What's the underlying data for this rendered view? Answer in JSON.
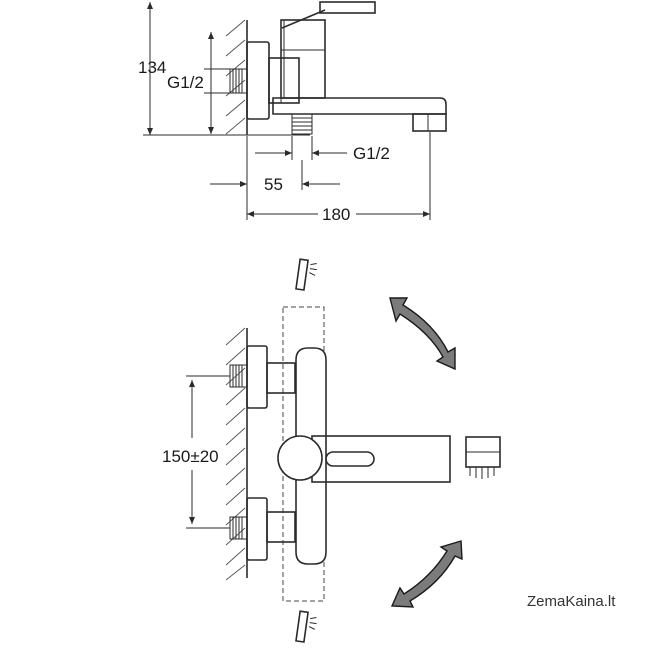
{
  "labels": {
    "height_134": "134",
    "thread_wall": "G1/2",
    "thread_bottom": "G1/2",
    "dim_55": "55",
    "dim_180": "180",
    "dim_150": "150±20"
  },
  "watermark": "ZemaKaina.lt",
  "colors": {
    "line": "#2b2b2b",
    "arrow_fill": "#7b7b7b"
  }
}
